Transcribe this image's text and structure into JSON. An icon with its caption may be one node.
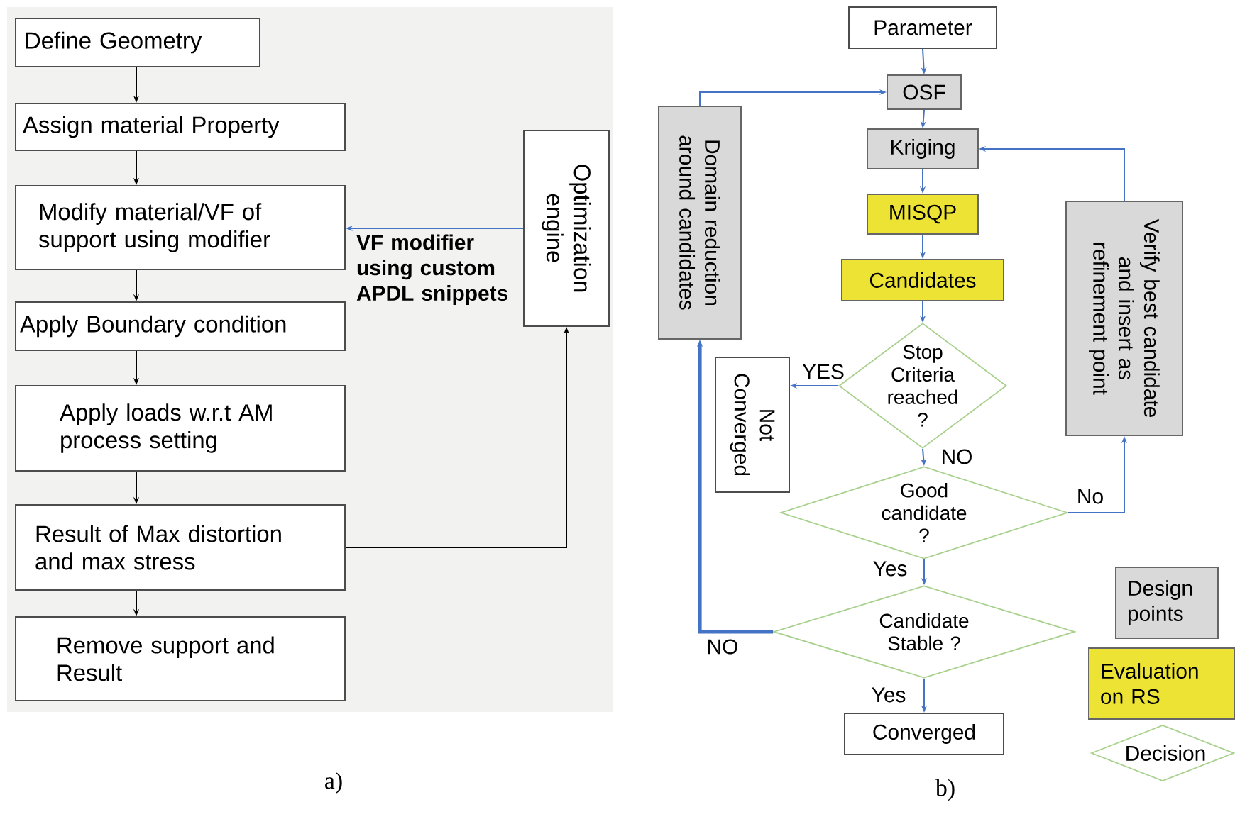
{
  "diagram": {
    "nodes": [
      {
        "text": [
          "Define Geometry"
        ]
      },
      {
        "text": [
          "Assign material Property"
        ]
      },
      {
        "text": [
          "Modify material/VF of support using modifier"
        ]
      },
      {
        "text": [
          "Apply Boundary condition"
        ]
      },
      {
        "text": [
          "Apply loads w.r.t AM process setting"
        ]
      },
      {
        "text": [
          "Result of Max distortion and max stress"
        ]
      },
      {
        "text": [
          "Remove support and Result"
        ]
      },
      {
        "text": [
          "Optimization engine"
        ]
      },
      {
        "text": [
          "Parameter"
        ]
      },
      {
        "text": [
          "OSF"
        ]
      },
      {
        "text": [
          "Kriging"
        ]
      },
      {
        "text": [
          "MISQP"
        ]
      },
      {
        "text": [
          "Candidates"
        ]
      },
      {
        "text": [
          "Domain reduction around candidates"
        ]
      },
      {
        "text": [
          "Verify best candidate and insert as refinement point"
        ]
      },
      {
        "text": [
          "Stop Criteria reached ?"
        ]
      },
      {
        "text": [
          "Not Converged"
        ]
      },
      {
        "text": [
          "Good candidate ?"
        ]
      },
      {
        "text": [
          "Candidate Stable ?"
        ]
      },
      {
        "text": [
          "Converged"
        ]
      }
    ],
    "edges": [
      {
        "from": 0,
        "to": 1,
        "arrow": "to",
        "color": "#000000"
      },
      {
        "from": 1,
        "to": 2,
        "arrow": "to",
        "color": "#000000"
      },
      {
        "from": 2,
        "to": 3,
        "arrow": "to",
        "color": "#000000"
      },
      {
        "from": 3,
        "to": 4,
        "arrow": "to",
        "color": "#000000"
      },
      {
        "from": 4,
        "to": 5,
        "arrow": "to",
        "color": "#000000"
      },
      {
        "from": 5,
        "to": 6,
        "arrow": "to",
        "color": "#000000"
      },
      {
        "from": 5,
        "to": 7,
        "arrow": "to",
        "color": "#000000"
      },
      {
        "from": 7,
        "to": 2,
        "arrow": "to",
        "label": "VF modifier using custom APDL snippets"
      },
      {
        "from": 8,
        "to": 9,
        "arrow": "to"
      },
      {
        "from": 9,
        "to": 10,
        "arrow": "to"
      },
      {
        "from": 10,
        "to": 11,
        "arrow": "to"
      },
      {
        "from": 11,
        "to": 12,
        "arrow": "to"
      },
      {
        "from": 12,
        "to": 15,
        "arrow": "to"
      },
      {
        "from": 15,
        "to": 16,
        "arrow": "to",
        "label": "YES"
      },
      {
        "from": 15,
        "to": 17,
        "arrow": "to",
        "label": "NO"
      },
      {
        "from": 17,
        "to": 14,
        "arrow": "to",
        "label": "No"
      },
      {
        "from": 14,
        "to": 10,
        "arrow": "to"
      },
      {
        "from": 17,
        "to": 18,
        "arrow": "to",
        "label": "Yes"
      },
      {
        "from": 18,
        "to": 13,
        "arrow": "to",
        "label": "NO",
        "style": "thick"
      },
      {
        "from": 13,
        "to": 9,
        "arrow": "to"
      },
      {
        "from": 18,
        "to": 19,
        "arrow": "to",
        "label": "Yes"
      }
    ],
    "labels": [
      "a)",
      "b)"
    ],
    "legend": [
      {
        "text": "Design points",
        "color": "#d9d9d9"
      },
      {
        "text": "Evaluation on RS",
        "color": "#ede334"
      },
      {
        "text": "Decision"
      }
    ]
  }
}
